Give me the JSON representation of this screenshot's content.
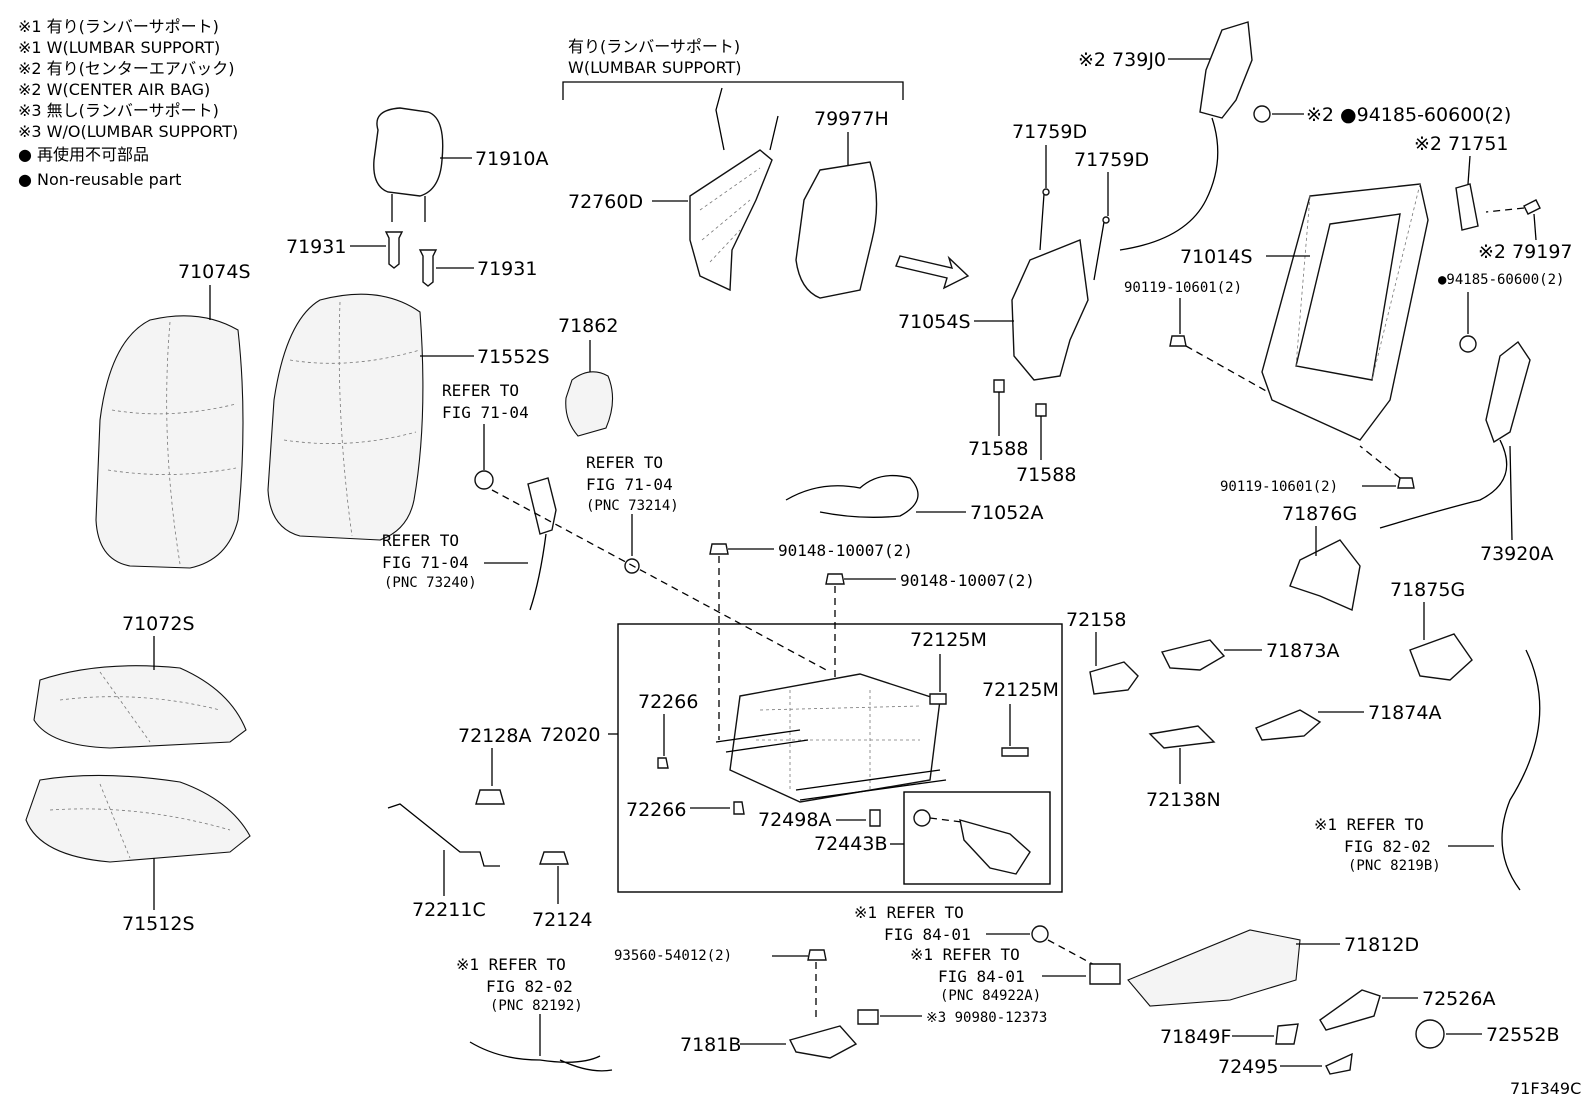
{
  "notes": [
    "※1 有り(ランバーサポート)",
    "※1 W(LUMBAR SUPPORT)",
    "※2 有り(センターエアバック)",
    "※2 W(CENTER AIR BAG)",
    "※3 無し(ランバーサポート)",
    "※3 W/O(LUMBAR SUPPORT)",
    "● 再使用不可部品",
    "● Non-reusable part"
  ],
  "lumbar_group": {
    "line1": "有り(ランバーサポート)",
    "line2": "W(LUMBAR SUPPORT)"
  },
  "parts": {
    "p71910A": "71910A",
    "p71931a": "71931",
    "p71931b": "71931",
    "p71074S": "71074S",
    "p71552S": "71552S",
    "p71862": "71862",
    "p72760D": "72760D",
    "p79977H": "79977H",
    "p71759Da": "71759D",
    "p71759Db": "71759D",
    "p71054S": "71054S",
    "p71588a": "71588",
    "p71588b": "71588",
    "p73930": "※2 739J0",
    "p94185a": "※2 ●94185-60600(2)",
    "p71751": "※2 71751",
    "p71014S": "71014S",
    "p79197": "※2 79197",
    "p90119a": "90119-10601(2)",
    "p94185b": "●94185-60600(2)",
    "p90119b": "90119-10601(2)",
    "p71052A": "71052A",
    "p90148a": "90148-10007(2)",
    "p90148b": "90148-10007(2)",
    "p71876G": "71876G",
    "p73920A": "73920A",
    "p71072S": "71072S",
    "p71512S": "71512S",
    "p72158": "72158",
    "p71875G": "71875G",
    "p71873A": "71873A",
    "p72125Ma": "72125M",
    "p72125Mb": "72125M",
    "p72266a": "72266",
    "p72266b": "72266",
    "p72020": "72020",
    "p72128A": "72128A",
    "p72498A": "72498A",
    "p72443B": "72443B",
    "p71874A": "71874A",
    "p72138N": "72138N",
    "p72211C": "72211C",
    "p72124": "72124",
    "p71812D": "71812D",
    "p93560": "93560-54012(2)",
    "p90980": "※3 90980-12373",
    "p7181B": "7181B",
    "p72526A": "72526A",
    "p71849F": "71849F",
    "p72552B": "72552B",
    "p72495": "72495"
  },
  "refs": {
    "r7104a": {
      "l1": "REFER TO",
      "l2": "FIG 71-04"
    },
    "r7104b": {
      "l1": "REFER TO",
      "l2": "FIG 71-04",
      "l3": "(PNC 73214)"
    },
    "r7104c": {
      "l1": "REFER TO",
      "l2": "FIG 71-04",
      "l3": "(PNC 73240)"
    },
    "r8202a": {
      "l1": "※1 REFER TO",
      "l2": "FIG 82-02",
      "l3": "(PNC 8219B)"
    },
    "r8401a": {
      "l1": "※1 REFER TO",
      "l2": "FIG 84-01"
    },
    "r8401b": {
      "l1": "※1 REFER TO",
      "l2": "FIG 84-01",
      "l3": "(PNC 84922A)"
    },
    "r8202b": {
      "l1": "※1 REFER TO",
      "l2": "FIG 82-02",
      "l3": "(PNC 82192)"
    }
  },
  "figure_code": "71F349C"
}
